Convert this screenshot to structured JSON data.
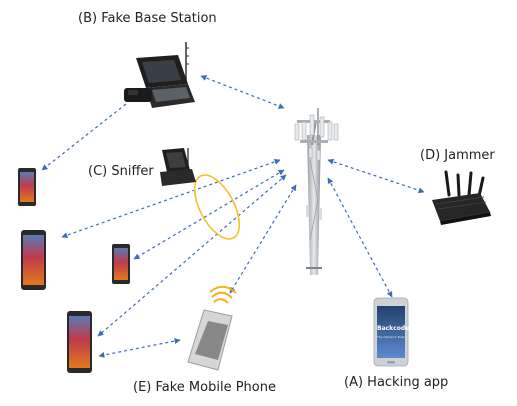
{
  "labels": {
    "fake_base_station": "(B) Fake Base Station",
    "sniffer": "(C) Sniffer",
    "jammer": "(D) Jammer",
    "fake_mobile_phone": "(E) Fake Mobile Phone",
    "hacking_app": "(A) Hacking app"
  },
  "app_screen": {
    "title": "Backcode",
    "subtitle": "The Hacker's Toolkit"
  },
  "colors": {
    "arrow": "#3a6db5",
    "ellipse": "#f2c12e",
    "signal": "#f2b21c",
    "case": "#1f1f1f",
    "tower": "#cfd3d6",
    "phone_screen_top": "#5a7ab6",
    "phone_screen_bottom": "#e07a1e"
  }
}
